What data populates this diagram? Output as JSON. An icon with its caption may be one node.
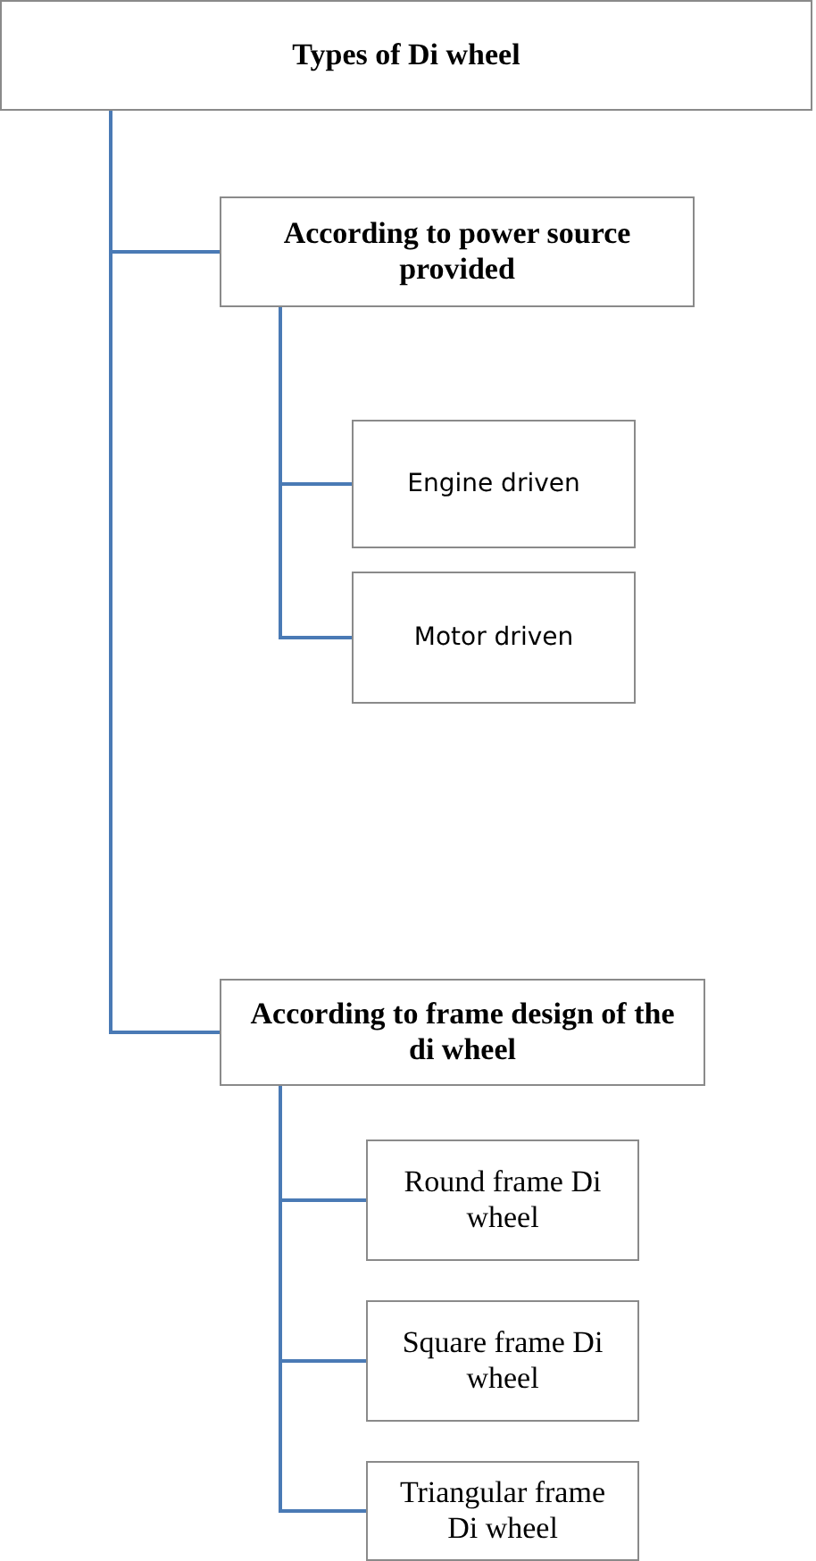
{
  "diagram": {
    "nodes": [
      {
        "text": [
          "Types of Di wheel"
        ]
      },
      {
        "text": [
          "According to power source provided"
        ]
      },
      {
        "text": [
          "Engine driven"
        ]
      },
      {
        "text": [
          "Motor driven"
        ]
      },
      {
        "text": [
          "According to frame design of the di wheel"
        ]
      },
      {
        "text": [
          "Round frame Di wheel"
        ]
      },
      {
        "text": [
          "Square frame Di wheel"
        ]
      },
      {
        "text": [
          "Triangular frame Di wheel"
        ]
      }
    ],
    "edges": [
      {
        "from": 0,
        "to": 1,
        "arrow": "none"
      },
      {
        "from": 0,
        "to": 4,
        "arrow": "none"
      },
      {
        "from": 1,
        "to": 2,
        "arrow": "none"
      },
      {
        "from": 1,
        "to": 3,
        "arrow": "none"
      },
      {
        "from": 4,
        "to": 5,
        "arrow": "none"
      },
      {
        "from": 4,
        "to": 6,
        "arrow": "none"
      },
      {
        "from": 4,
        "to": 7,
        "arrow": "none"
      }
    ]
  }
}
